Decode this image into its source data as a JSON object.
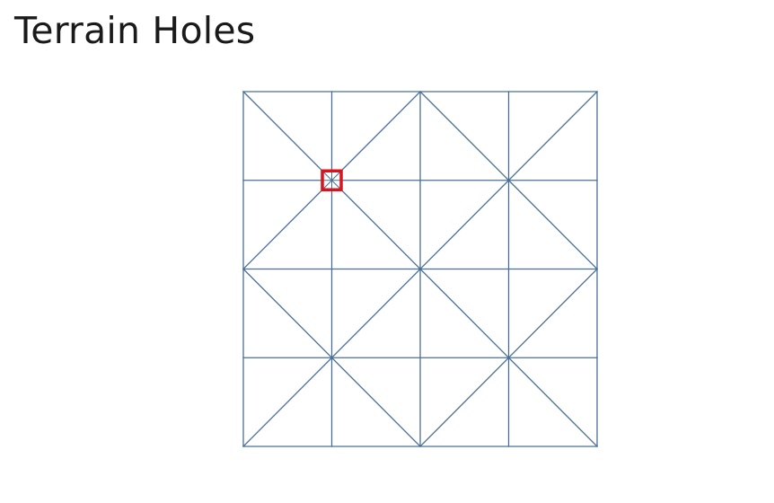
{
  "slide": {
    "title": "Terrain Holes"
  },
  "diagram": {
    "grid_cells": 4,
    "colors": {
      "line": "#4a6f96",
      "highlight": "#d9141c",
      "background": "#ffffff"
    },
    "triangle_diagonals": [
      [
        "tl-br",
        "tr-bl",
        "tl-br",
        "tr-bl"
      ],
      [
        "tr-bl",
        "tl-br",
        "tr-bl",
        "tl-br"
      ],
      [
        "tl-br",
        "tr-bl",
        "tl-br",
        "tr-bl"
      ],
      [
        "tr-bl",
        "tl-br",
        "tr-bl",
        "tl-br"
      ]
    ],
    "highlight_vertex": {
      "col": 1,
      "row": 1
    }
  }
}
